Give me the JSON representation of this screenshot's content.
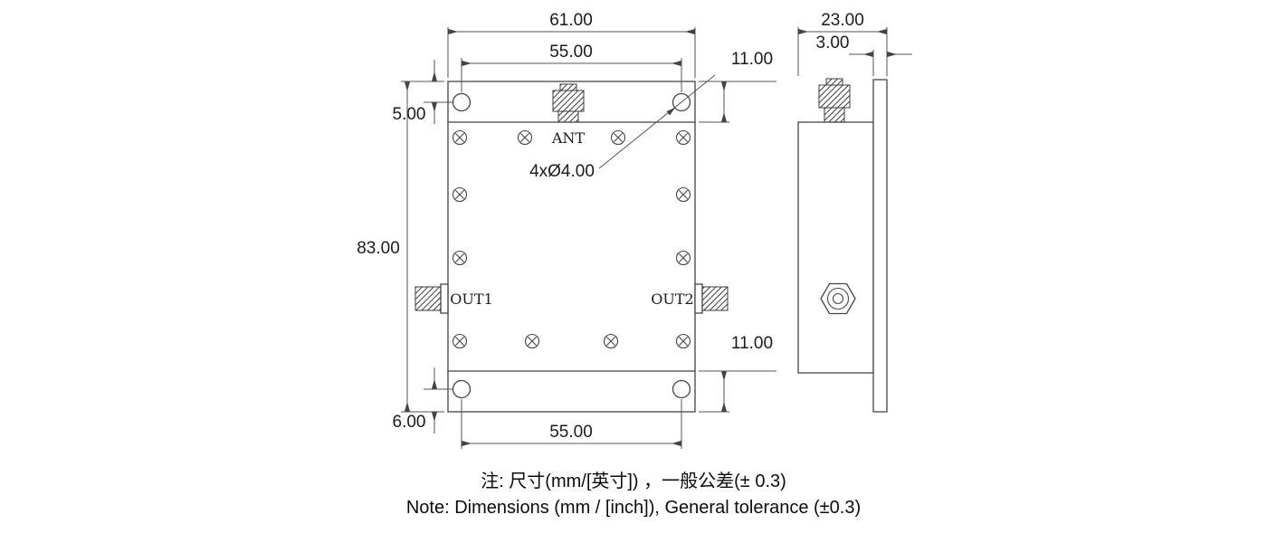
{
  "front_view": {
    "labels": {
      "ant": "ANT",
      "out1": "OUT1",
      "out2": "OUT2"
    },
    "dims": {
      "overall_width": "61.00",
      "hole_spacing_top": "55.00",
      "top_flange_height": "11.00",
      "hole_offset_top": "5.00",
      "overall_height": "83.00",
      "hole_callout": "4xØ4.00",
      "bottom_flange_height": "11.00",
      "hole_offset_bottom": "6.00",
      "hole_spacing_bottom": "55.00"
    }
  },
  "side_view": {
    "dims": {
      "overall_depth": "23.00",
      "flange_thickness": "3.00"
    }
  },
  "notes": {
    "chinese": "注: 尺寸(mm/[英寸]) ，一般公差(± 0.3)",
    "english": "Note: Dimensions (mm / [inch]), General tolerance (±0.3)"
  }
}
